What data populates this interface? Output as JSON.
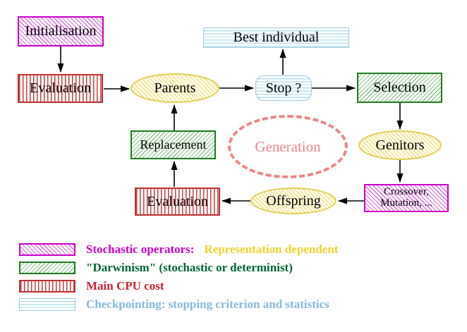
{
  "palette": {
    "magenta": "#cc00cc",
    "magenta_hatch": "#dd6add",
    "red": "#c03030",
    "red_stripe": "#c84343",
    "green": "#1e7d1e",
    "green_hatch": "#8cc48c",
    "green_text": "#006633",
    "cyan_border": "#9cc9e0",
    "cyan_stripe": "#b5dff0",
    "cyan_text": "#85bade",
    "yellow_border": "#e3cf52",
    "yellow_hatch": "#f3e294",
    "yellow_fill": "#fffef2",
    "yellow_text": "#efd32e",
    "coral": "#ef8585",
    "red_text": "#cc2233",
    "ink": "#000000"
  },
  "diagram": {
    "nodes": {
      "initialisation": {
        "label": "Initialisation",
        "pattern": "magenta-hatch"
      },
      "evaluation_top": {
        "label": "Evaluation",
        "pattern": "red-stripes"
      },
      "parents": {
        "label": "Parents",
        "pattern": "yellow-ellipse"
      },
      "best_individual": {
        "label": "Best individual",
        "pattern": "cyan-stripes"
      },
      "stop": {
        "label": "Stop ?",
        "pattern": "cyan-stripes"
      },
      "selection": {
        "label": "Selection",
        "pattern": "green-hatch"
      },
      "genitors": {
        "label": "Genitors",
        "pattern": "yellow-ellipse"
      },
      "replacement": {
        "label": "Replacement",
        "pattern": "green-hatch"
      },
      "generation": {
        "label": "Generation",
        "pattern": "coral-dashed"
      },
      "evaluation_bottom": {
        "label": "Evaluation",
        "pattern": "red-stripes"
      },
      "offspring": {
        "label": "Offspring",
        "pattern": "yellow-ellipse"
      },
      "crossover": {
        "label_line1": "Crossover,",
        "label_line2": "Mutation, ...",
        "pattern": "magenta-hatch"
      }
    },
    "edges": [
      {
        "from": "initialisation",
        "to": "evaluation_top"
      },
      {
        "from": "evaluation_top",
        "to": "parents"
      },
      {
        "from": "parents",
        "to": "stop"
      },
      {
        "from": "stop",
        "to": "best_individual"
      },
      {
        "from": "stop",
        "to": "selection"
      },
      {
        "from": "selection",
        "to": "genitors"
      },
      {
        "from": "genitors",
        "to": "crossover"
      },
      {
        "from": "crossover",
        "to": "offspring"
      },
      {
        "from": "offspring",
        "to": "evaluation_bottom"
      },
      {
        "from": "evaluation_bottom",
        "to": "replacement"
      },
      {
        "from": "replacement",
        "to": "parents"
      }
    ]
  },
  "legend": {
    "items": [
      {
        "pattern": "magenta-hatch",
        "label": "Stochastic operators:",
        "label2": "Representation dependent"
      },
      {
        "pattern": "green-hatch",
        "label": "\"Darwinism\" (stochastic or determinist)"
      },
      {
        "pattern": "red-stripes",
        "label": "Main CPU cost"
      },
      {
        "pattern": "cyan-stripes",
        "label": "Checkpointing: stopping criterion and statistics"
      }
    ]
  }
}
